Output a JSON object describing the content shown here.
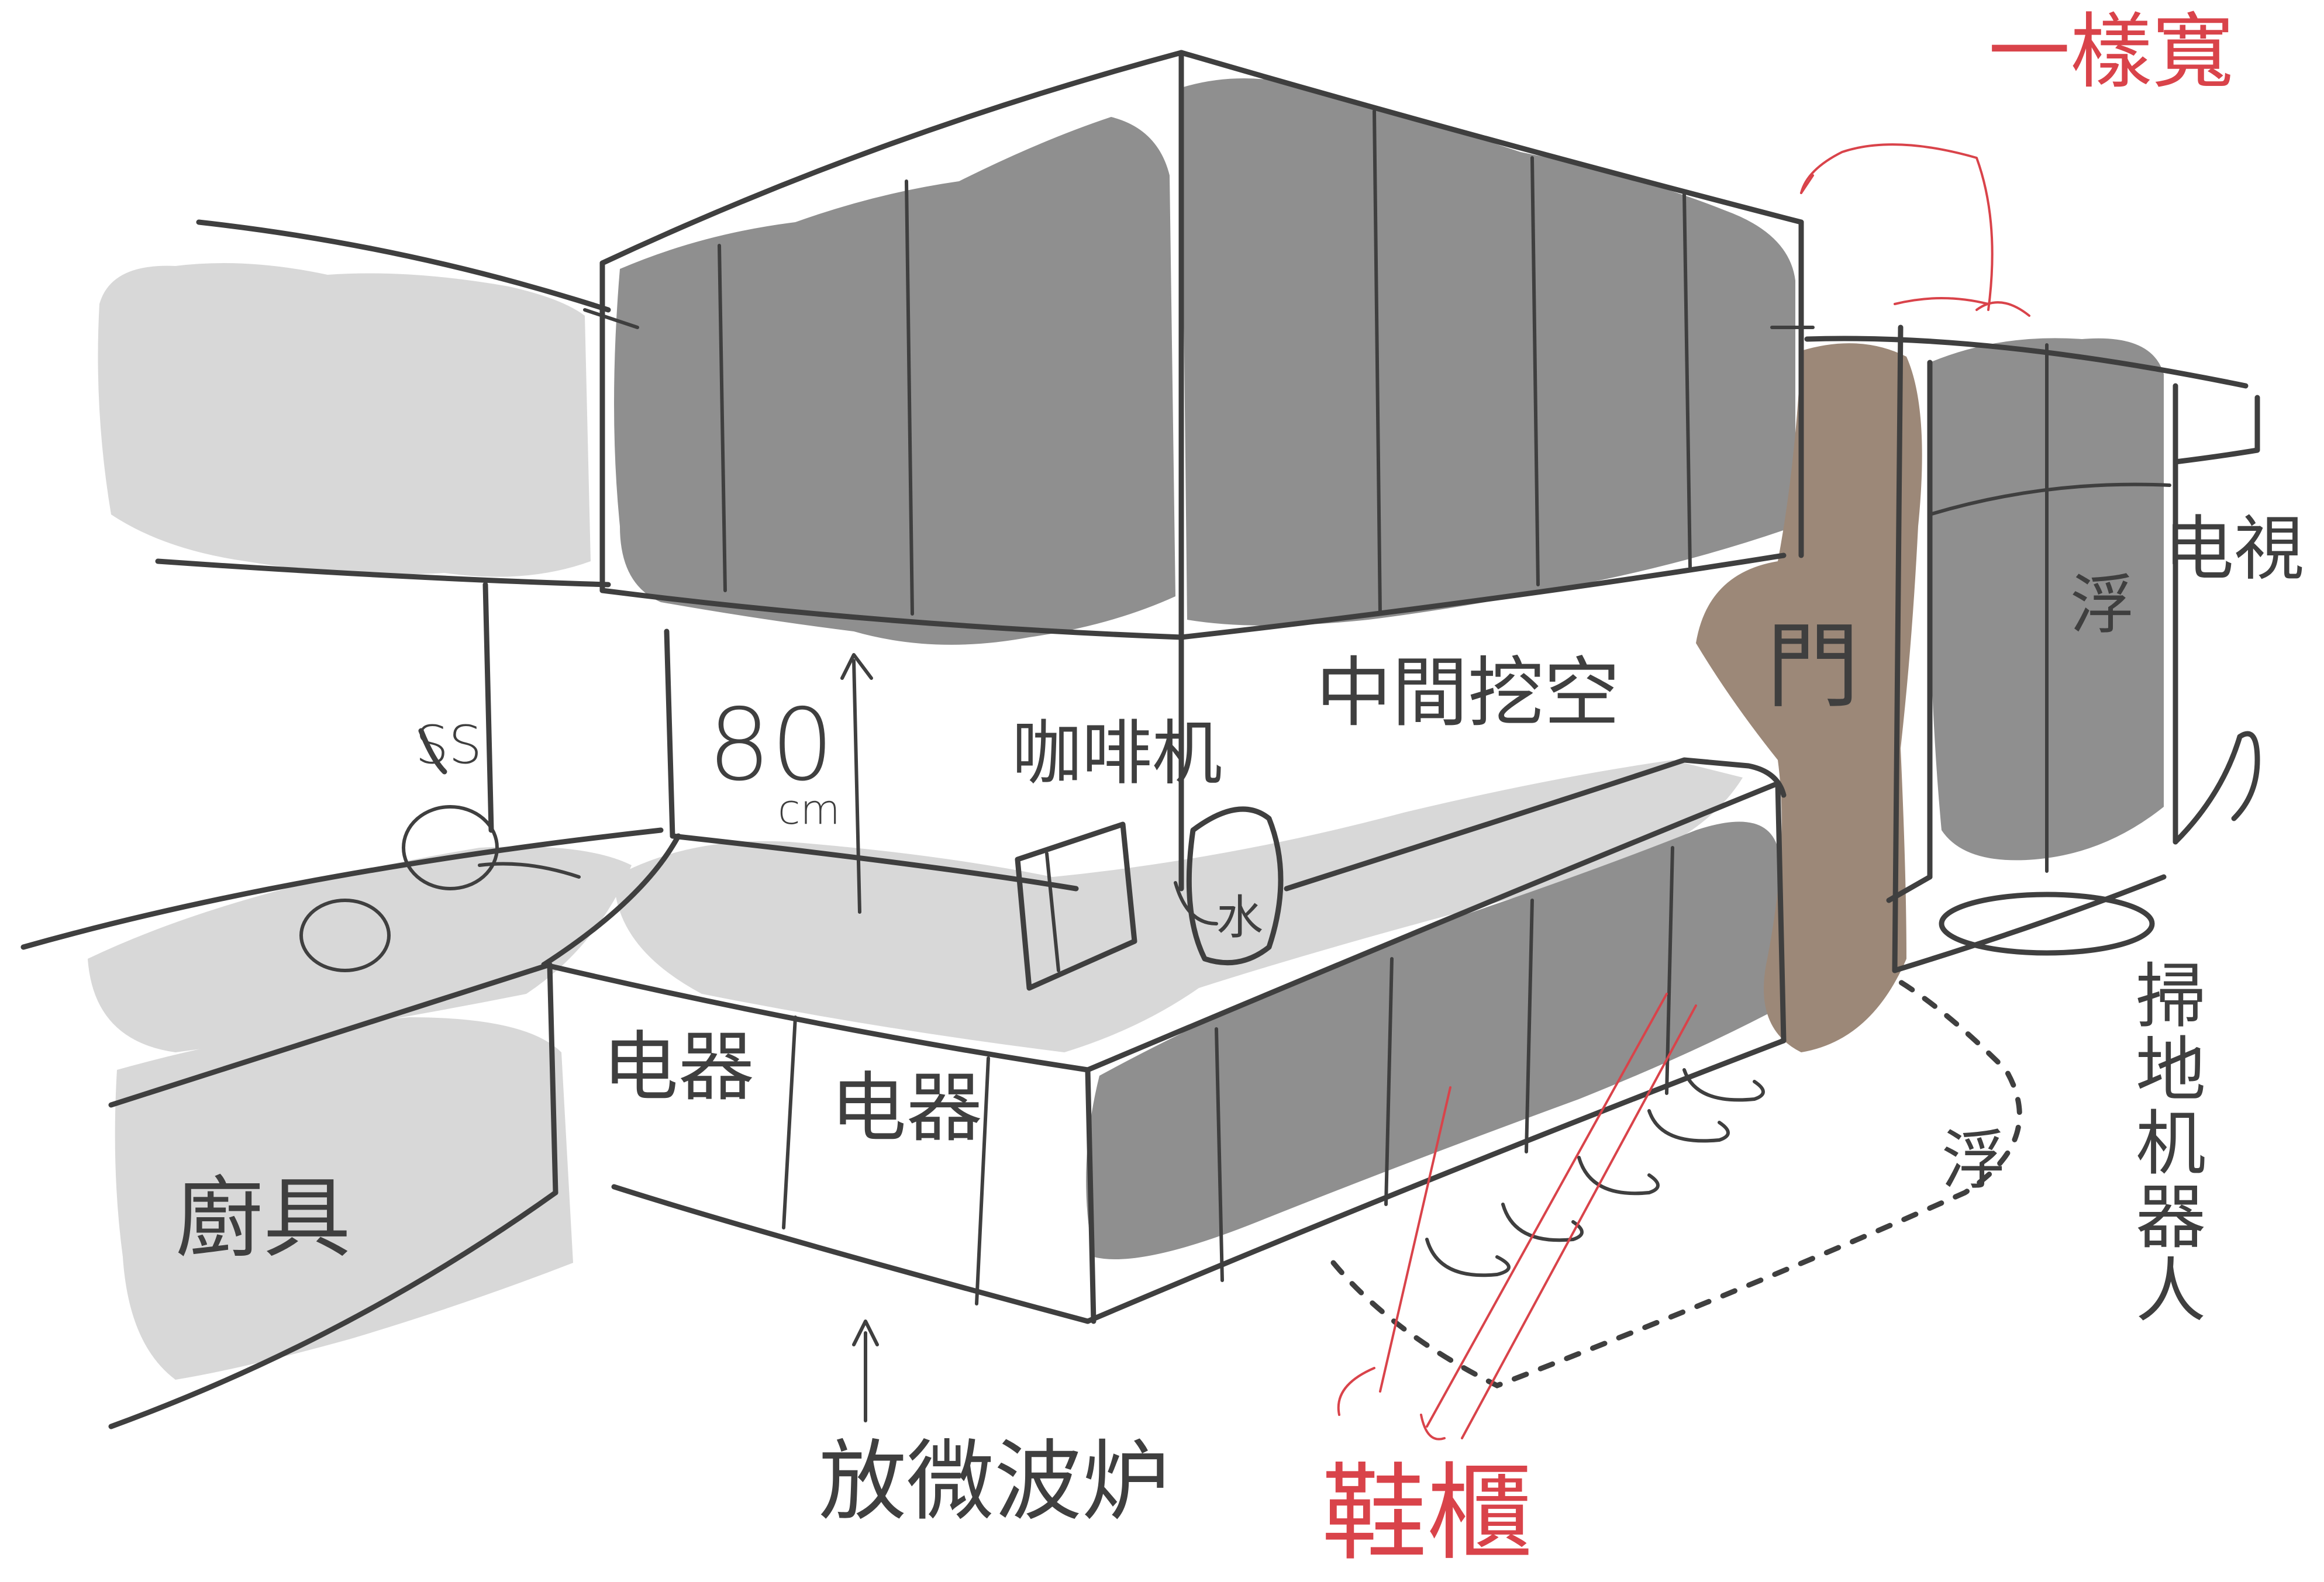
{
  "colors": {
    "ink": "#3f3f3f",
    "cabinet_dark_shading": "#8f8f8f",
    "counter_light_shading": "#d8d8d8",
    "door_brown": "#9c8878",
    "annotation_red": "#d9434a",
    "background": "#ffffff"
  },
  "labels": {
    "height_value": "80",
    "height_unit": "cm",
    "coffee_machine": "咖啡机",
    "water": "水",
    "middle_hollow": "中間挖空",
    "door": "門",
    "appliance_1": "电器",
    "appliance_2": "电器",
    "kitchenware": "廚具",
    "microwave": "放微波炉",
    "shoe_cabinet": "鞋櫃",
    "floating_1": "浮",
    "floating_2": "浮",
    "tv": "电視",
    "robot_vacuum": "掃地机器人",
    "one_style": "一樣寬",
    "ss": "SS"
  }
}
